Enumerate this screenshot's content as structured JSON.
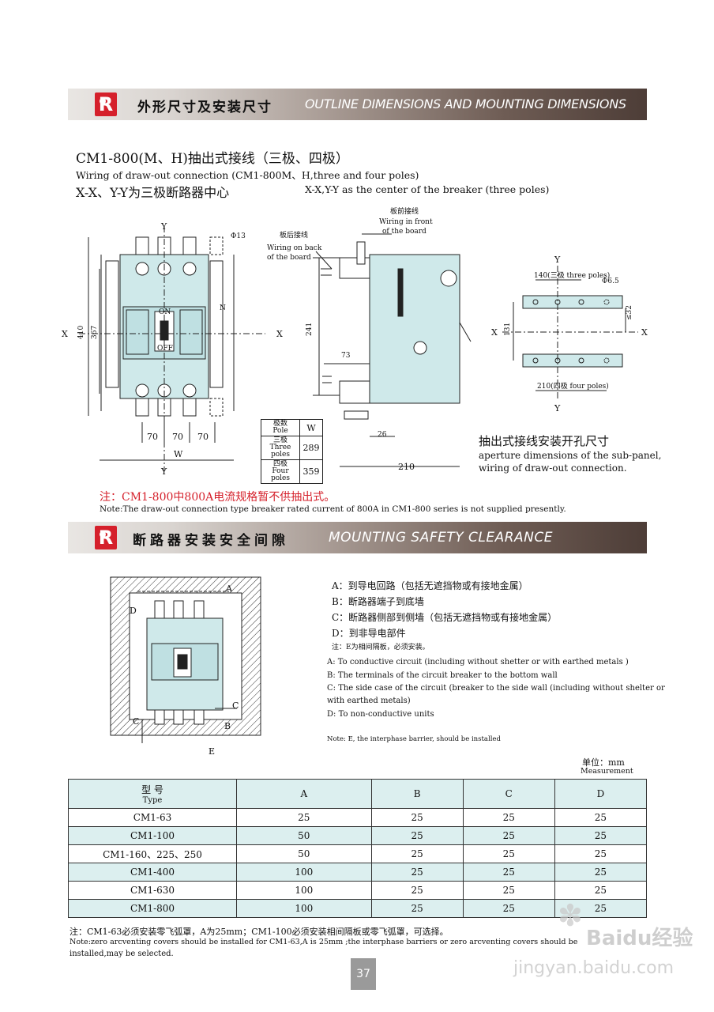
{
  "section1": {
    "title_cn": "外形尺寸及安装尺寸",
    "title_en": "OUTLINE DIMENSIONS AND MOUNTING DIMENSIONS"
  },
  "heading": {
    "line1": "CM1-800(M、H)抽出式接线（三极、四极）",
    "line2": "Wiring of draw-out connection (CM1-800M、H,three and four poles)",
    "line3_cn": "X-X、Y-Y为三极断路器中心",
    "line3_en": "X-X,Y-Y as the center of the breaker (three poles)"
  },
  "front_view": {
    "y_top": "Y",
    "y_bottom": "Y",
    "x_left": "X",
    "x_right": "X",
    "dim_410": "410",
    "dim_367": "367",
    "phi13": "Φ13",
    "on": "ON",
    "off": "OFF",
    "n": "N",
    "dim_70a": "70",
    "dim_70b": "70",
    "dim_70c": "70",
    "w": "W"
  },
  "pole_table": {
    "h_cn": "极数",
    "h_en": "Pole",
    "h_w": "W",
    "r1_cn": "三极",
    "r1_en": "Three poles",
    "r1_w": "289",
    "r2_cn": "四极",
    "r2_en": "Four poles",
    "r2_w": "359"
  },
  "side_view": {
    "back_cn": "板后接线",
    "back_en1": "Wiring on back",
    "back_en2": "of the board",
    "front_cn": "板前接线",
    "front_en1": "Wiring in front",
    "front_en2": "of the board",
    "dim_241": "241",
    "dim_73": "73",
    "dim_26": "26",
    "dim_210": "210"
  },
  "panel_view": {
    "y_top": "Y",
    "y_bottom": "Y",
    "x_left": "X",
    "x_right": "X",
    "dim_140": "140(三极 three poles)",
    "phi65": "Φ6.5",
    "dim_131": "131",
    "dim_32": "≤32",
    "dim_210": "210(四极 four poles)"
  },
  "aperture": {
    "cn": "抽出式接线安装开孔尺寸",
    "en1": "aperture dimensions of the sub-panel,",
    "en2": "wiring of draw-out connection."
  },
  "note1": {
    "cn": "注：CM1-800中800A电流规格暂不供抽出式。",
    "en": "Note:The draw-out connection type breaker rated current of 800A in CM1-800 series is not supplied presently."
  },
  "section2": {
    "title_cn": "断路器安装安全间隙",
    "title_en": "MOUNTING SAFETY CLEARANCE"
  },
  "clearance_diagram": {
    "a": "A",
    "b": "B",
    "c": "C",
    "d": "D",
    "e": "E"
  },
  "legend": {
    "a_cn": "A：到导电回路（包括无遮挡物或有接地金属）",
    "b_cn": "B：断路器端子到底墙",
    "c_cn": "C：断路器侧部到侧墙（包括无遮挡物或有接地金属）",
    "d_cn": "D：到非导电部件",
    "e_cn": "注：E为相间隔板，必须安装。",
    "a_en": "A: To conductive circuit (including without shetter or with earthed metals )",
    "b_en": "B: The terminals of the circuit breaker to the bottom wall",
    "c_en1": "C: The side case of the circuit (breaker to the side wall (including without shelter or",
    "c_en2": "with earthed metals)",
    "d_en": "D: To non-conductive units",
    "e_en": "Note: E, the interphase barrier, should be installed"
  },
  "unit": {
    "cn": "单位：mm",
    "en": "Measurement"
  },
  "table": {
    "type_cn": "型 号",
    "type_en": "Type",
    "headers": [
      "A",
      "B",
      "C",
      "D"
    ],
    "rows": [
      [
        "CM1-63",
        "25",
        "25",
        "25",
        "25"
      ],
      [
        "CM1-100",
        "50",
        "25",
        "25",
        "25"
      ],
      [
        "CM1-160、225、250",
        "50",
        "25",
        "25",
        "25"
      ],
      [
        "CM1-400",
        "100",
        "25",
        "25",
        "25"
      ],
      [
        "CM1-630",
        "100",
        "25",
        "25",
        "25"
      ],
      [
        "CM1-800",
        "100",
        "25",
        "25",
        "25"
      ]
    ]
  },
  "note2": {
    "cn": "注：CM1-63必须安装零飞弧罩，A为25mm；CM1-100必须安装相间隔板或零飞弧罩，可选择。",
    "en1": "Note:zero arcventing covers should be installed for CM1-63,A is 25mm ;the interphase barriers or zero arcventing covers should be",
    "en2": "installed,may be selected."
  },
  "page_number": "37",
  "watermark": {
    "brand": "Baidu经验",
    "url": "jingyan.baidu.com"
  },
  "colors": {
    "accent_red": "#d5202b",
    "panel_teal": "#cfe9ea",
    "bar_dark": "#4d3d37"
  }
}
